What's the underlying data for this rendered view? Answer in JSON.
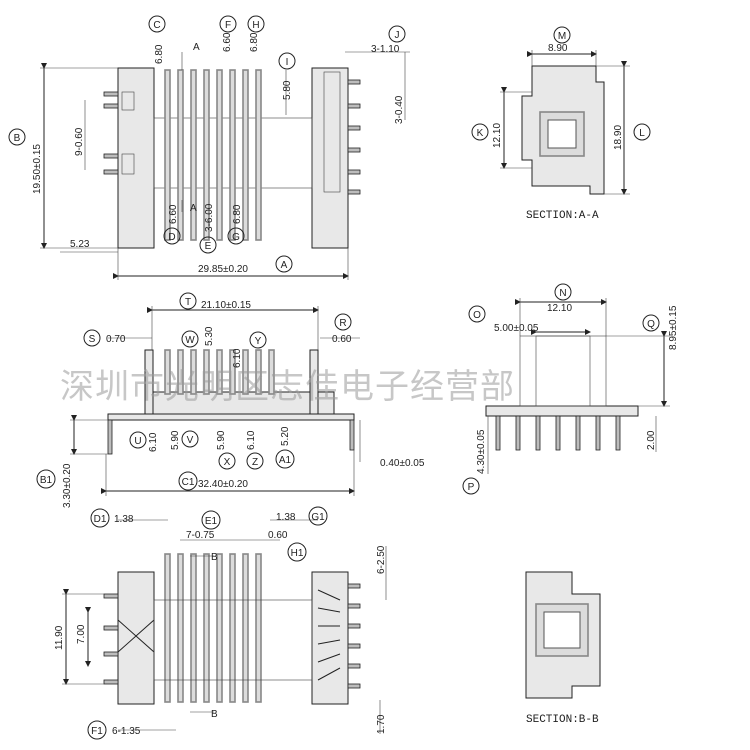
{
  "watermark": "深圳市光明区志佳电子经营部",
  "sections": {
    "aa": "SECTION:A-A",
    "bb": "SECTION:B-B"
  },
  "callouts": {
    "A": "A",
    "B": "B",
    "C": "C",
    "D": "D",
    "E": "E",
    "F": "F",
    "G": "G",
    "H": "H",
    "I": "I",
    "J": "J",
    "K": "K",
    "L": "L",
    "M": "M",
    "N": "N",
    "O": "O",
    "P": "P",
    "Q": "Q",
    "R": "R",
    "S": "S",
    "T": "T",
    "U": "U",
    "V": "V",
    "W": "W",
    "X": "X",
    "Y": "Y",
    "Z": "Z",
    "A1": "A1",
    "B1": "B1",
    "C1": "C1",
    "D1": "D1",
    "E1": "E1",
    "F1": "F1",
    "G1": "G1",
    "H1": "H1"
  },
  "cut_marks": {
    "a_top": "A",
    "a_bot": "A",
    "b_top": "B",
    "b_bot": "B"
  },
  "dims": {
    "c": "6.80",
    "f": "6.60",
    "h": "6.80",
    "i": "5.80",
    "j": "3-1.10",
    "j2": "3-0.40",
    "b": "19.50±0.15",
    "b2": "9-0.60",
    "d": "6.60",
    "e": "3-6.00",
    "g": "6.80",
    "e2": "5.23",
    "a": "29.85±0.20",
    "m": "8.90",
    "k": "12.10",
    "l": "18.90",
    "t": "21.10±0.15",
    "s": "0.70",
    "r": "0.60",
    "w": "5.30",
    "y": "6.10",
    "u": "6.10",
    "v": "5.90",
    "x": "5.90",
    "z": "6.10",
    "a1": "5.20",
    "b1": "3.30±0.20",
    "c1": "32.40±0.20",
    "p_lead": "0.40±0.05",
    "n": "12.10",
    "o": "5.00±0.05",
    "q": "8.95±0.15",
    "p": "4.30±0.05",
    "p2": "2.00",
    "d1": "1.38",
    "e1": "7-0.75",
    "g1": "1.38",
    "h1": "0.60",
    "h2": "6-2.50",
    "b_h": "11.90",
    "b_h2": "7.00",
    "f1": "6-1.35",
    "b_pin": "1.70"
  }
}
